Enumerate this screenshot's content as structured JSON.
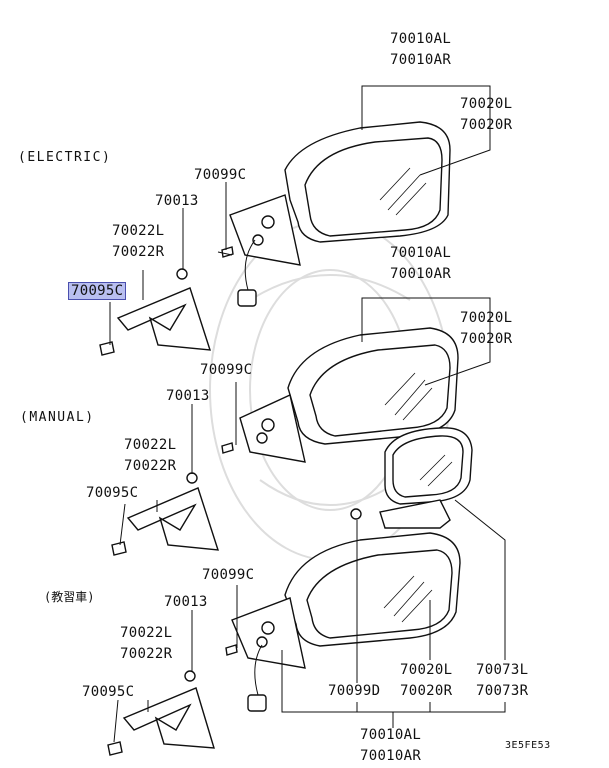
{
  "sections": {
    "electric": "(ELECTRIC)",
    "manual": "(MANUAL)",
    "training": "(教習車)"
  },
  "diagram_code": "3E5FE53",
  "electric": {
    "mirror_assy_l": "70010AL",
    "mirror_assy_r": "70010AR",
    "mirror_glass_l": "70020L",
    "mirror_glass_r": "70020R",
    "screw": "70099C",
    "clip": "70013",
    "cover_l": "70022L",
    "cover_r": "70022R",
    "bracket": "70095C"
  },
  "manual": {
    "mirror_assy_l": "70010AL",
    "mirror_assy_r": "70010AR",
    "mirror_glass_l": "70020L",
    "mirror_glass_r": "70020R",
    "screw": "70099C",
    "clip": "70013",
    "cover_l": "70022L",
    "cover_r": "70022R",
    "bracket": "70095C"
  },
  "training": {
    "screw": "70099C",
    "clip": "70013",
    "cover_l": "70022L",
    "cover_r": "70022R",
    "bracket": "70095C",
    "screw_d": "70099D",
    "mirror_glass_l": "70020L",
    "mirror_glass_r": "70020R",
    "aux_mirror_l": "70073L",
    "aux_mirror_r": "70073R",
    "mirror_assy_l": "70010AL",
    "mirror_assy_r": "70010AR"
  }
}
